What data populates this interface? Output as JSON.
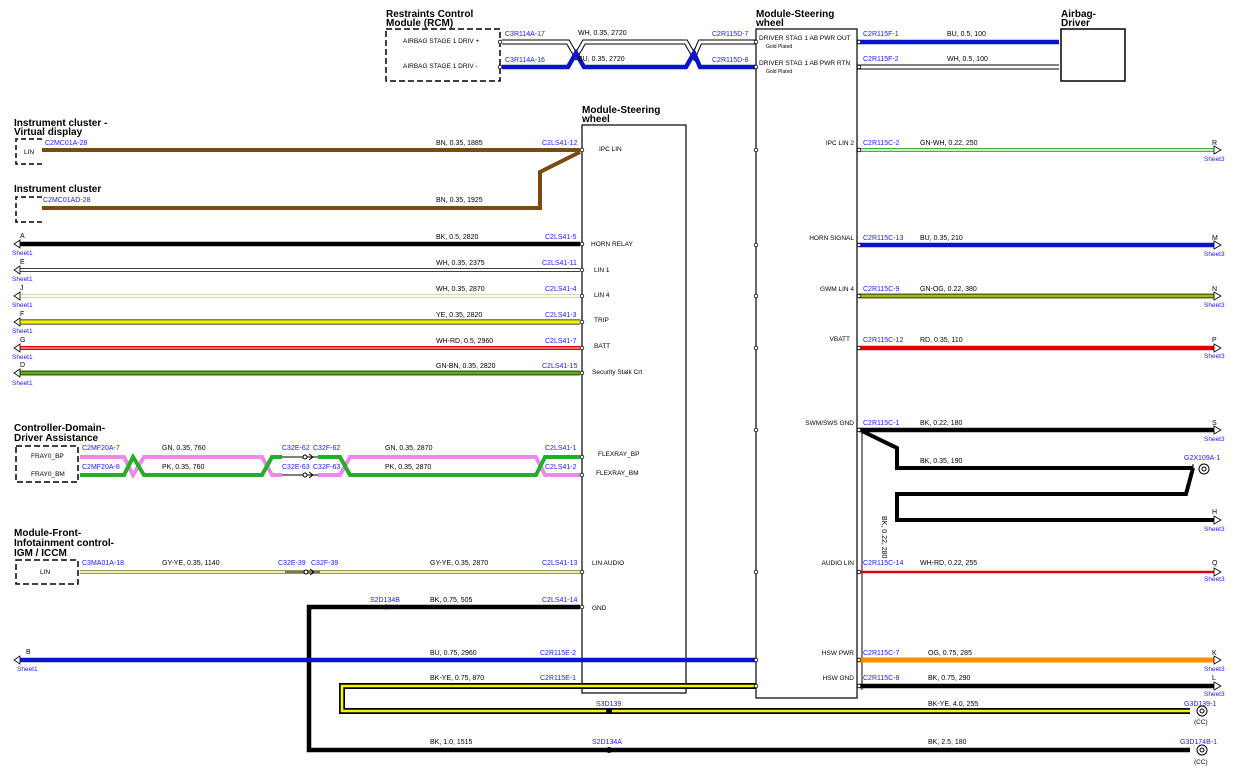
{
  "modules": {
    "rcm": {
      "title_1": "Restraints Control",
      "title_2": "Module (RCM)",
      "pin_1": "AIRBAG STAGE 1 DRIV +",
      "pin_2": "AIRBAG STAGE 1 DRIV -"
    },
    "msw_right": {
      "title_1": "Module-Steering",
      "title_2": "wheel",
      "pin_1": "DRIVER STAG 1 AB PWR OUT",
      "pin_1_note": "Gold Plated",
      "pin_2": "DRIVER STAG 1 AB PWR RTN",
      "pin_2_note": "Gold Plated",
      "ipc_lin2": "IPC LIN 2",
      "horn_signal": "HORN SIGNAL",
      "gwm_lin4": "GWM LIN 4",
      "vbatt": "VBATT",
      "swm_gnd": "SWM/SWS GND",
      "audio_lin": "AUDIO LIN",
      "hsw_pwr": "HSW PWR",
      "hsw_gnd": "HSW GND"
    },
    "msw_mid": {
      "title_1": "Module-Steering",
      "title_2": "wheel",
      "ipc_lin": "IPC LIN",
      "horn_relay": "HORN RELAY",
      "lin1": "LIN 1",
      "lin4": "LIN 4",
      "trip": "TRIP",
      "batt": "BATT",
      "security": "Security Stalk Crt",
      "fr_bp": "FLEXRAY_BP",
      "fr_bm": "FLEXRAY_BM",
      "lin_audio": "LIN AUDIO",
      "gnd": "GND"
    },
    "airbag": {
      "title_1": "Airbag-",
      "title_2": "Driver"
    },
    "ic_virtual": {
      "title_1": "Instrument cluster -",
      "title_2": "Virtual display",
      "pin": "LIN"
    },
    "ic": {
      "title_1": "Instrument cluster"
    },
    "cdda": {
      "title_1": "Controller-Domain-",
      "title_2": "Driver Assistance",
      "pin_1": "FRAY0_BP",
      "pin_2": "FRAY0_BM"
    },
    "mfic": {
      "title_1": "Module-Front-",
      "title_2": "Infotainment control-",
      "title_3": "IGM / ICCM",
      "pin": "LIN"
    }
  },
  "connectors": {
    "c3r114a_17": "C3R114A-17",
    "c3r114a_16": "C3R114A-16",
    "c2r115d_7": "C2R115D-7",
    "c2r115d_8": "C2R115D-8",
    "c2r115f_1": "C2R115F-1",
    "c2r115f_2": "C2R115F-2",
    "c2mc01a_28": "C2MC01A-28",
    "c2mc01ad_28": "C2MC01AD-28",
    "c2ls41_12": "C2LS41-12",
    "c2ls41_5": "C2LS41-5",
    "c2ls41_11": "C2LS41-11",
    "c2ls41_4": "C2LS41-4",
    "c2ls41_3": "C2LS41-3",
    "c2ls41_7": "C2LS41-7",
    "c2ls41_15": "C2LS41-15",
    "c2ls41_1": "C2LS41-1",
    "c2ls41_2": "C2LS41-2",
    "c2ls41_13": "C2LS41-13",
    "c2ls41_14": "C2LS41-14",
    "c2mf20a_7": "C2MF20A-7",
    "c2mf20a_8": "C2MF20A-8",
    "c32e_62": "C32E-62",
    "c32f_62": "C32F-62",
    "c32e_63": "C32E-63",
    "c32f_63": "C32F-63",
    "c3ma01a_18": "C3MA01A-18",
    "c32e_39": "C32E-39",
    "c32f_39": "C32F-39",
    "s2d134b": "S2D134B",
    "c2r115e_2": "C2R115E-2",
    "c2r115e_1": "C2R115E-1",
    "s3d139": "S3D139",
    "s2d134a": "S2D134A",
    "c2r115c_2": "C2R115C-2",
    "c2r115c_13": "C2R115C-13",
    "c2r115c_9": "C2R115C-9",
    "c2r115c_12": "C2R115C-12",
    "c2r115c_1": "C2R115C-1",
    "c2r115c_14": "C2R115C-14",
    "c2r115c_7": "C2R115C-7",
    "c2r115c_8": "C2R115C-8",
    "g2x109a_1": "G2X109A-1",
    "g3d139_1": "G3D139-1",
    "g3d174b_1": "G3D174B-1",
    "cc1": "(CC)",
    "cc2": "(CC)"
  },
  "wires": {
    "rcm_wh": "WH, 0.35, 2720",
    "rcm_bu": "BU, 0.35, 2720",
    "ab_bu": "BU, 0.5, 100",
    "ab_wh": "WH, 0.5, 100",
    "bn1": "BN, 0.35, 1885",
    "bn2": "BN, 0.35, 1925",
    "bk_2820": "BK, 0.5, 2820",
    "wh_2375": "WH, 0.35, 2375",
    "wh_2870": "WH, 0.35, 2870",
    "ye_2820": "YE, 0.35, 2820",
    "whrd_2960": "WH-RD, 0.5, 2960",
    "gnbn_2820": "GN-BN, 0.35, 2820",
    "gn_760": "GN, 0.35, 760",
    "pk_760": "PK, 0.35, 760",
    "gn_2870": "GN, 0.35, 2870",
    "pk_2870": "PK, 0.35, 2870",
    "gyye_1140": "GY-YE, 0.35, 1140",
    "gyye_2870": "GY-YE, 0.35, 2870",
    "bk_505": "BK, 0.75, 505",
    "bu_2960": "BU, 0.75, 2960",
    "bkye_870": "BK-YE, 0.75, 870",
    "bk_1515": "BK, 1.0, 1515",
    "gnwh_250": "GN-WH, 0.22, 250",
    "bu_210": "BU, 0.35, 210",
    "gnog_380": "GN-OG, 0.22, 380",
    "rd_110": "RD, 0.35, 110",
    "bk_180a": "BK, 0.22, 180",
    "bk_190": "BK, 0.35, 190",
    "bk_vert": "BK, 0.22, 280",
    "whrd_255": "WH-RD, 0.22, 255",
    "og_285": "OG, 0.75, 285",
    "bk_290": "BK, 0.75, 290",
    "bkye_255": "BK-YE, 4.0, 255",
    "bk_2_5": "BK, 2.5, 180"
  },
  "refs": {
    "A": "A",
    "E": "E",
    "J": "J",
    "F": "F",
    "G": "G",
    "D": "D",
    "B": "B",
    "R": "R",
    "M": "M",
    "N": "N",
    "P": "P",
    "S": "S",
    "H": "H",
    "Q": "Q",
    "K": "K",
    "L": "L",
    "sheet1": "Sheet1",
    "sheet3": "Sheet3"
  },
  "colors": {
    "bk": "#000000",
    "wh": "#ffffff",
    "bu": "#0a14c8",
    "bn": "#7a4a10",
    "ye": "#f5f500",
    "rd": "#e00000",
    "gn": "#22b022",
    "pk": "#ee88ee",
    "gnbn": "#3d6b10",
    "gnwh": "#3cb43c",
    "gnog": "#8c9a10",
    "og": "#ff8c00",
    "gyye": "#c8c870"
  }
}
